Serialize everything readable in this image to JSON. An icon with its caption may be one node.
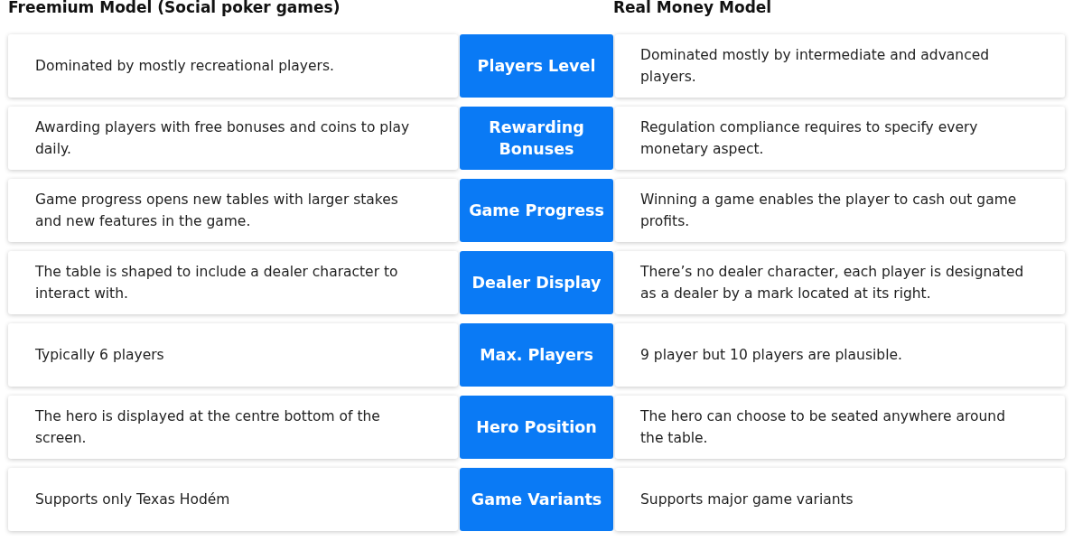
{
  "diagram": {
    "nodes": [
      {
        "text": [
          "Dominated by mostly recreational players."
        ]
      },
      {
        "text": [
          "Players Level"
        ]
      },
      {
        "text": [
          "Dominated mostly by intermediate and advanced players."
        ]
      },
      {
        "text": [
          "Awarding players with free bonuses and coins to play daily."
        ]
      },
      {
        "text": [
          "Rewarding Bonuses"
        ]
      },
      {
        "text": [
          "Regulation compliance requires to specify every monetary aspect."
        ]
      },
      {
        "text": [
          "Game progress opens new tables with larger stakes and new features in the game."
        ]
      },
      {
        "text": [
          "Game Progress"
        ]
      },
      {
        "text": [
          "Winning a game enables the player to cash out game profits."
        ]
      },
      {
        "text": [
          "The table is shaped to include a dealer character to interact with."
        ]
      },
      {
        "text": [
          "Dealer Display"
        ]
      },
      {
        "text": [
          "There’s no dealer character, each player is designated as a dealer by a mark located at its right."
        ]
      },
      {
        "text": [
          "Typically 6 players"
        ]
      },
      {
        "text": [
          "Max. Players"
        ]
      },
      {
        "text": [
          "9 player but 10 players are plausible."
        ]
      },
      {
        "text": [
          "The hero is displayed at the centre bottom of the screen."
        ]
      },
      {
        "text": [
          "Hero Position"
        ]
      },
      {
        "text": [
          "The hero can choose to be seated anywhere around the table."
        ]
      },
      {
        "text": [
          "Supports only Texas Hodém"
        ]
      },
      {
        "text": [
          "Game Variants"
        ]
      },
      {
        "text": [
          "Supports major game variants"
        ]
      }
    ],
    "labels": [
      "Freemium Model (Social poker games)",
      "Real Money Model"
    ]
  }
}
